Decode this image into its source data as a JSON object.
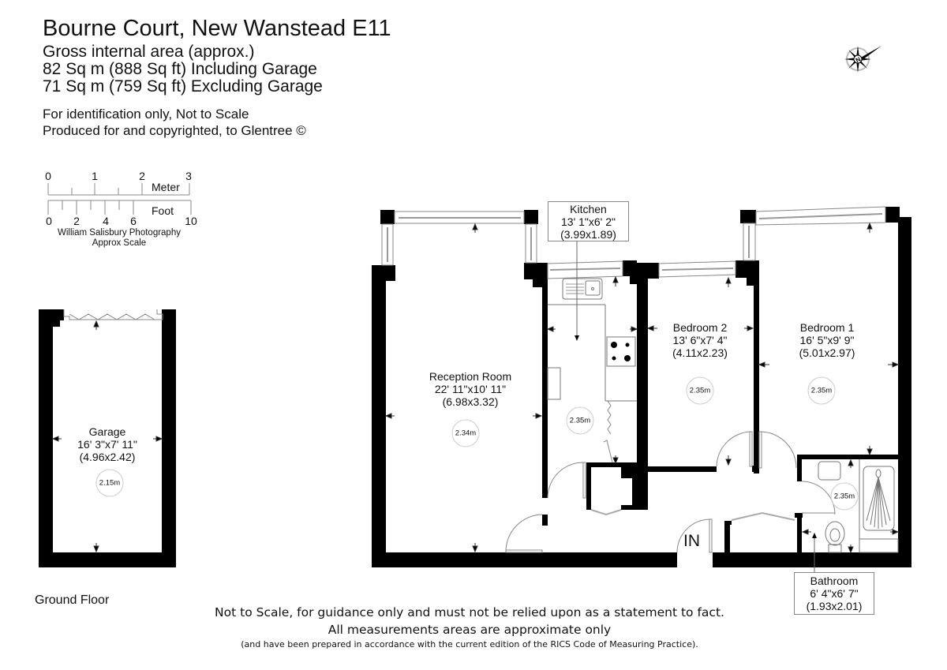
{
  "header": {
    "title": "Bourne Court, New Wanstead E11",
    "area_heading": "Gross internal area (approx.)",
    "area_including": "82 Sq m (888 Sq ft) Including Garage",
    "area_excluding": "71 Sq m (759 Sq ft) Excluding Garage",
    "identification_note": "For identification only, Not to Scale",
    "copyright_note": "Produced for and copyrighted, to Glentree ©"
  },
  "compass": {
    "icon": "north-compass-icon",
    "label": "N"
  },
  "scale_bar": {
    "meter_ticks": [
      "0",
      "1",
      "2",
      "3"
    ],
    "meter_unit": "Meter",
    "foot_ticks": [
      "0",
      "2",
      "4",
      "6",
      "10"
    ],
    "foot_unit": "Foot",
    "credit": "William Salisbury Photography",
    "caption": "Approx Scale"
  },
  "rooms": {
    "garage": {
      "name": "Garage",
      "imperial": "16' 3\"x7' 11\"",
      "metric": "(4.96x2.42)",
      "ceiling_height": "2.15m"
    },
    "reception": {
      "name": "Reception Room",
      "imperial": "22' 11\"x10' 11\"",
      "metric": "(6.98x3.32)",
      "ceiling_height": "2.34m"
    },
    "kitchen": {
      "name": "Kitchen",
      "imperial": "13' 1\"x6' 2\"",
      "metric": "(3.99x1.89)",
      "ceiling_height": "2.35m"
    },
    "bedroom2": {
      "name": "Bedroom 2",
      "imperial": "13' 6\"x7' 4\"",
      "metric": "(4.11x2.23)",
      "ceiling_height": "2.35m"
    },
    "bedroom1": {
      "name": "Bedroom 1",
      "imperial": "16' 5\"x9' 9\"",
      "metric": "(5.01x2.97)",
      "ceiling_height": "2.35m"
    },
    "bathroom": {
      "name": "Bathroom",
      "imperial": "6' 4\"x6' 7\"",
      "metric": "(1.93x2.01)",
      "ceiling_height": "2.35m"
    }
  },
  "entrance_label": "IN",
  "floor_label": "Ground Floor",
  "disclaimer": {
    "line1": "Not to Scale, for guidance only and must not be relied upon as a statement to fact.",
    "line2": "All measurements areas are approximate only",
    "line3": "(and have been prepared in accordance with the current edition of the RICS Code of Measuring Practice)."
  },
  "colors": {
    "wall": "#000000",
    "window": "#9a9a9a",
    "fixture_line": "#777777",
    "background": "#ffffff"
  }
}
